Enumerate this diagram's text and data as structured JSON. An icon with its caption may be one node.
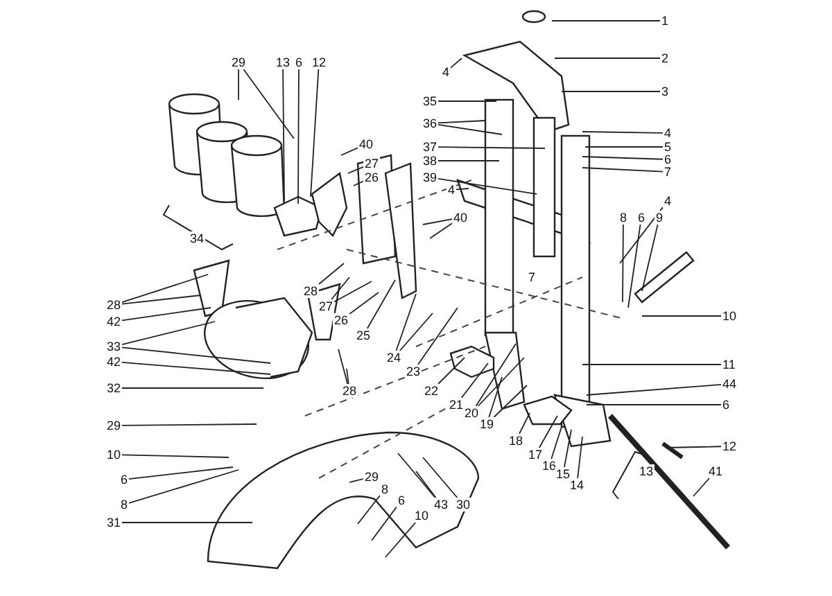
{
  "diagram": {
    "nodes": [
      {
        "text": [
          "1"
        ]
      },
      {
        "text": [
          "2"
        ]
      },
      {
        "text": [
          "29"
        ]
      },
      {
        "text": [
          "13"
        ]
      },
      {
        "text": [
          "6"
        ]
      },
      {
        "text": [
          "12"
        ]
      },
      {
        "text": [
          "4"
        ]
      },
      {
        "text": [
          "3"
        ]
      },
      {
        "text": [
          "35"
        ]
      },
      {
        "text": [
          "36"
        ]
      },
      {
        "text": [
          "4"
        ]
      },
      {
        "text": [
          "40"
        ]
      },
      {
        "text": [
          "5"
        ]
      },
      {
        "text": [
          "37"
        ]
      },
      {
        "text": [
          "6"
        ]
      },
      {
        "text": [
          "38"
        ]
      },
      {
        "text": [
          "27"
        ]
      },
      {
        "text": [
          "7"
        ]
      },
      {
        "text": [
          "26"
        ]
      },
      {
        "text": [
          "39"
        ]
      },
      {
        "text": [
          "4"
        ]
      },
      {
        "text": [
          "4"
        ]
      },
      {
        "text": [
          "40"
        ]
      },
      {
        "text": [
          "8"
        ]
      },
      {
        "text": [
          "6"
        ]
      },
      {
        "text": [
          "9"
        ]
      },
      {
        "text": [
          "28"
        ]
      },
      {
        "text": [
          "28"
        ]
      },
      {
        "text": [
          "27"
        ]
      },
      {
        "text": [
          "10"
        ]
      },
      {
        "text": [
          "26"
        ]
      },
      {
        "text": [
          "42"
        ]
      },
      {
        "text": [
          "25"
        ]
      },
      {
        "text": [
          "33"
        ]
      },
      {
        "text": [
          "24"
        ]
      },
      {
        "text": [
          "42"
        ]
      },
      {
        "text": [
          "11"
        ]
      },
      {
        "text": [
          "23"
        ]
      },
      {
        "text": [
          "44"
        ]
      },
      {
        "text": [
          "32"
        ]
      },
      {
        "text": [
          "22"
        ]
      },
      {
        "text": [
          "28"
        ]
      },
      {
        "text": [
          "21"
        ]
      },
      {
        "text": [
          "6"
        ]
      },
      {
        "text": [
          "20"
        ]
      },
      {
        "text": [
          "19"
        ]
      },
      {
        "text": [
          "29"
        ]
      },
      {
        "text": [
          "18"
        ]
      },
      {
        "text": [
          "12"
        ]
      },
      {
        "text": [
          "17"
        ]
      },
      {
        "text": [
          "10"
        ]
      },
      {
        "text": [
          "16"
        ]
      },
      {
        "text": [
          "15"
        ]
      },
      {
        "text": [
          "41"
        ]
      },
      {
        "text": [
          "29"
        ]
      },
      {
        "text": [
          "6"
        ]
      },
      {
        "text": [
          "14"
        ]
      },
      {
        "text": [
          "8"
        ]
      },
      {
        "text": [
          "6"
        ]
      },
      {
        "text": [
          "43"
        ]
      },
      {
        "text": [
          "30"
        ]
      },
      {
        "text": [
          "8"
        ]
      },
      {
        "text": [
          "10"
        ]
      },
      {
        "text": [
          "31"
        ]
      },
      {
        "text": [
          "34"
        ]
      },
      {
        "text": [
          "13"
        ]
      }
    ],
    "edges": [
      {
        "from": 0,
        "to": null,
        "arrow": "none"
      },
      {
        "from": 1,
        "to": null,
        "arrow": "none"
      },
      {
        "from": 2,
        "to": null,
        "arrow": "none"
      },
      {
        "from": 2,
        "to": null,
        "arrow": "none"
      },
      {
        "from": 3,
        "to": null,
        "arrow": "none"
      },
      {
        "from": 4,
        "to": null,
        "arrow": "none"
      },
      {
        "from": 5,
        "to": null,
        "arrow": "none"
      },
      {
        "from": 6,
        "to": null,
        "arrow": "none"
      },
      {
        "from": 7,
        "to": null,
        "arrow": "none"
      },
      {
        "from": 8,
        "to": null,
        "arrow": "none"
      },
      {
        "from": 9,
        "to": null,
        "arrow": "none"
      },
      {
        "from": 9,
        "to": null,
        "arrow": "none"
      },
      {
        "from": 10,
        "to": null,
        "arrow": "none"
      },
      {
        "from": 11,
        "to": null,
        "arrow": "none"
      },
      {
        "from": 12,
        "to": null,
        "arrow": "none"
      },
      {
        "from": 13,
        "to": null,
        "arrow": "none"
      },
      {
        "from": 14,
        "to": null,
        "arrow": "none"
      },
      {
        "from": 15,
        "to": null,
        "arrow": "none"
      },
      {
        "from": 16,
        "to": null,
        "arrow": "none"
      },
      {
        "from": 17,
        "to": null,
        "arrow": "none"
      },
      {
        "from": 18,
        "to": null,
        "arrow": "none"
      },
      {
        "from": 19,
        "to": null,
        "arrow": "none"
      },
      {
        "from": 20,
        "to": null,
        "arrow": "none"
      },
      {
        "from": 21,
        "to": null,
        "arrow": "none"
      },
      {
        "from": 22,
        "to": null,
        "arrow": "none"
      },
      {
        "from": 22,
        "to": null,
        "arrow": "none"
      },
      {
        "from": 23,
        "to": null,
        "arrow": "none"
      },
      {
        "from": 24,
        "to": null,
        "arrow": "none"
      },
      {
        "from": 25,
        "to": null,
        "arrow": "none"
      },
      {
        "from": 26,
        "to": null,
        "arrow": "none"
      },
      {
        "from": 27,
        "to": null,
        "arrow": "none"
      },
      {
        "from": 27,
        "to": null,
        "arrow": "none"
      },
      {
        "from": 28,
        "to": null,
        "arrow": "none"
      },
      {
        "from": 28,
        "to": null,
        "arrow": "none"
      },
      {
        "from": 29,
        "to": null,
        "arrow": "none"
      },
      {
        "from": 30,
        "to": null,
        "arrow": "none"
      },
      {
        "from": 31,
        "to": null,
        "arrow": "none"
      },
      {
        "from": 32,
        "to": null,
        "arrow": "none"
      },
      {
        "from": 33,
        "to": null,
        "arrow": "none"
      },
      {
        "from": 33,
        "to": null,
        "arrow": "none"
      },
      {
        "from": 34,
        "to": null,
        "arrow": "none"
      },
      {
        "from": 34,
        "to": null,
        "arrow": "none"
      },
      {
        "from": 35,
        "to": null,
        "arrow": "none"
      },
      {
        "from": 36,
        "to": null,
        "arrow": "none"
      },
      {
        "from": 37,
        "to": null,
        "arrow": "none"
      },
      {
        "from": 38,
        "to": null,
        "arrow": "none"
      },
      {
        "from": 39,
        "to": null,
        "arrow": "none"
      },
      {
        "from": 40,
        "to": null,
        "arrow": "none"
      },
      {
        "from": 41,
        "to": null,
        "arrow": "none"
      },
      {
        "from": 41,
        "to": null,
        "arrow": "none"
      },
      {
        "from": 42,
        "to": null,
        "arrow": "none"
      },
      {
        "from": 43,
        "to": null,
        "arrow": "none"
      },
      {
        "from": 44,
        "to": null,
        "arrow": "none"
      },
      {
        "from": 44,
        "to": null,
        "arrow": "none"
      },
      {
        "from": 45,
        "to": null,
        "arrow": "none"
      },
      {
        "from": 45,
        "to": null,
        "arrow": "none"
      },
      {
        "from": 46,
        "to": null,
        "arrow": "none"
      },
      {
        "from": 47,
        "to": null,
        "arrow": "none"
      },
      {
        "from": 48,
        "to": null,
        "arrow": "none"
      },
      {
        "from": 49,
        "to": null,
        "arrow": "none"
      },
      {
        "from": 50,
        "to": null,
        "arrow": "none"
      },
      {
        "from": 51,
        "to": null,
        "arrow": "none"
      },
      {
        "from": 52,
        "to": null,
        "arrow": "none"
      },
      {
        "from": 53,
        "to": null,
        "arrow": "none"
      },
      {
        "from": 54,
        "to": null,
        "arrow": "none"
      },
      {
        "from": 55,
        "to": null,
        "arrow": "none"
      },
      {
        "from": 56,
        "to": null,
        "arrow": "none"
      },
      {
        "from": 57,
        "to": null,
        "arrow": "none"
      },
      {
        "from": 58,
        "to": null,
        "arrow": "none"
      },
      {
        "from": 59,
        "to": null,
        "arrow": "none"
      },
      {
        "from": 59,
        "to": null,
        "arrow": "none"
      },
      {
        "from": 60,
        "to": null,
        "arrow": "none"
      },
      {
        "from": 61,
        "to": null,
        "arrow": "none"
      },
      {
        "from": 62,
        "to": null,
        "arrow": "none"
      },
      {
        "from": 63,
        "to": null,
        "arrow": "none"
      }
    ],
    "labels": [
      "7"
    ]
  }
}
